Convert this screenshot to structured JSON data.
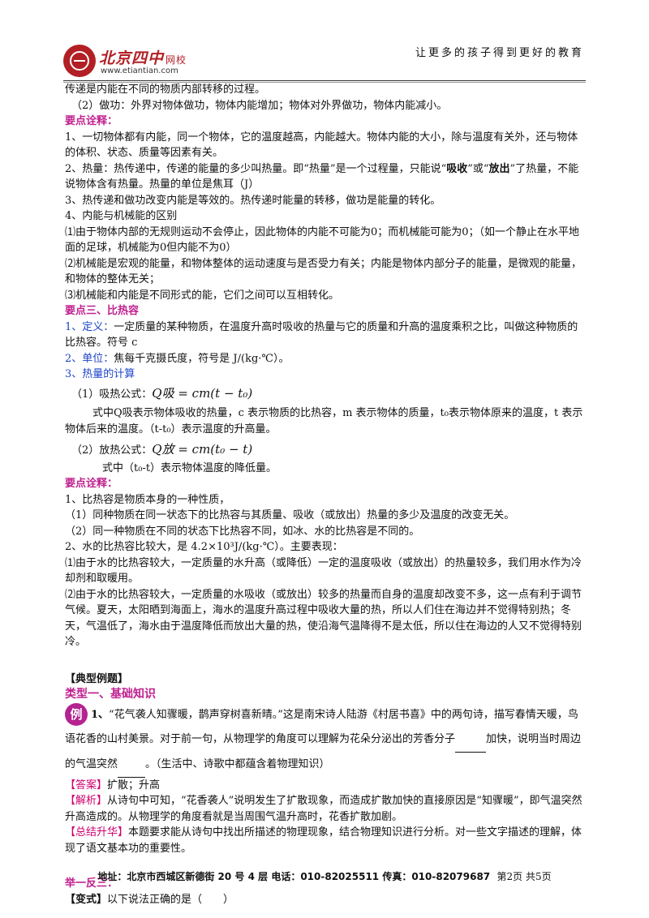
{
  "header": {
    "logo_cn": "北京四中",
    "logo_sub": "网校",
    "logo_url": "www.etiantian.com",
    "slogan": "让更多的孩子得到更好的教育"
  },
  "body": {
    "p1": "传递是内能在不同的物质内部转移的过程。",
    "p2": "（2）做功：外界对物体做功，物体内能增加；物体对外界做功，物体内能减小。",
    "h1": "要点诠释：",
    "p3": "1、一切物体都有内能，同一个物体，它的温度越高，内能越大。物体内能的大小，除与温度有关外，还与物体的体积、状态、质量等因素有关。",
    "p4a": "2、热量：热传递中，传递的能量的多少叫热量。即“热量”是一个过程量，只能说“",
    "p4b": "吸收",
    "p4c": "”或“",
    "p4d": "放出",
    "p4e": "”了热量，不能说物体含有热量。热量的单位是焦耳（J）",
    "p5": "3、热传递和做功改变内能是等效的。热传递时能量的转移，做功是能量的转化。",
    "p6": "4、内能与机械能的区别",
    "p7": "⑴由于物体内部的无规则运动不会停止，因此物体的内能不可能为0；而机械能可能为0；（如一个静止在水平地面的足球，机械能为0但内能不为0）",
    "p8": "⑵机械能是宏观的能量，和物体整体的运动速度与是否受力有关；内能是物体内部分子的能量，是微观的能量，和物体的整体无关；",
    "p9": "⑶机械能和内能是不同形式的能，它们之间可以互相转化。",
    "h2": "要点三、比热容",
    "d1a": "1、定义：",
    "d1b": "一定质量的某种物质，在温度升高时吸收的热量与它的质量和升高的温度乘积之比，叫做这种物质的比热容。符号 c",
    "d2a": "2、单位：",
    "d2b": "焦每千克摄氏度，符号是 J/(kg·℃）。",
    "d3": "3、热量的计算",
    "f1_label": "（1）吸热公式：",
    "f1_formula": "Q吸 = cm(t − t₀)",
    "f1_desc": "式中Q吸表示物体吸收的热量，c 表示物质的比热容，m 表示物体的质量，t₀表示物体原来的温度，t 表示物体后来的温度。（t-t₀）表示温度的升高量。",
    "f2_label": "（2）放热公式：",
    "f2_formula": "Q放 = cm(t₀ − t)",
    "f2_desc": "式中（t₀-t）表示物体温度的降低量。",
    "h3": "要点诠释：",
    "q1": "1、比热容是物质本身的一种性质，",
    "q2": "（1）同种物质在同一状态下的比热容与其质量、吸收（或放出）热量的多少及温度的改变无关。",
    "q3": "（2）同一种物质在不同的状态下比热容不同，如冰、水的比热容是不同的。",
    "q4": "2、水的比热容比较大，是 4.2×10³J/(kg·℃）。主要表现：",
    "q5": "⑴由于水的比热容较大，一定质量的水升高（或降低）一定的温度吸收（或放出）的热量较多，我们用水作为冷却剂和取暖用。",
    "q6": "⑵由于水的比热容较大，一定质量的水吸收（或放出）较多的热量而自身的温度却改变不多，这一点有利于调节气候。夏天，太阳晒到海面上，海水的温度升高过程中吸收大量的热，所以人们住在海边并不觉得特别热；冬天，气温低了，海水由于温度降低而放出大量的热，使沿海气温降得不是太低，所以住在海边的人又不觉得特别冷。"
  },
  "examples": {
    "section": "【典型例题】",
    "type1": "类型一、基础知识",
    "badge": "例",
    "q_num": "1、",
    "q_text_a": "“花气袭人知骤暖，鹊声穿树喜新晴。”这是南宋诗人陆游《村居书喜》中的两句诗，描写春情天暖，鸟语花香的山村美景。对于前一句，从物理学的角度可以理解为花朵分泌出的芳香分子",
    "q_text_b": "加快，说明当时周边的气温突然",
    "q_text_c": "。（生活中、诗歌中都蕴含着物理知识）",
    "answer_tag": "【答案】",
    "answer": "扩散；升高",
    "analysis_tag": "【解析】",
    "analysis": "从诗句中可知，“花香袭人”说明发生了扩散现象，而造成扩散加快的直接原因是“知骤暖”，即气温突然升高造成的。从物理学的角度看就是当周围气温升高时，花香扩散加剧。",
    "summary_tag": "【总结升华】",
    "summary": "本题要求能从诗句中找出所描述的物理现象，结合物理知识进行分析。对一些文字描述的理解，体现了语文基本功的重要性。",
    "more": "举一反三：",
    "variant_tag": "【变式】",
    "variant": "以下说法正确的是（　　）"
  },
  "footer": {
    "address": "地址：北京市西城区新德街 20 号 4 层  电话：010-82025511  传真：010-82079687",
    "page": "第2页  共5页"
  },
  "colors": {
    "heading": "#c0208e",
    "blue": "#1d44c9",
    "brand": "#b21f24"
  }
}
